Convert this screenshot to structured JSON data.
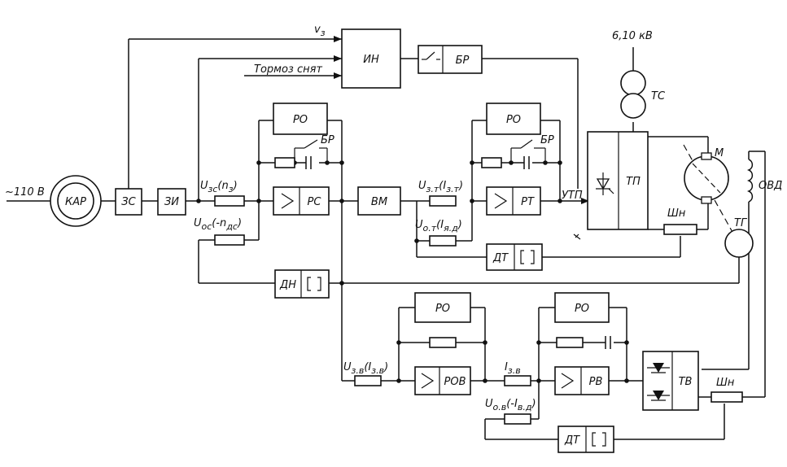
{
  "supply_label": "~110 В",
  "grid_voltage_label": "6,10 кВ",
  "blocks": {
    "kar": "КАР",
    "zs": "ЗС",
    "zi": "ЗИ",
    "in": "ИН",
    "br": "БР",
    "ro_speed": "РО",
    "ro_current": "РО",
    "ro_field_current": "РО",
    "ro_field_voltage": "РО",
    "rs": "РС",
    "vm": "ВМ",
    "rt": "РТ",
    "utp": "УТП",
    "tp": "ТП",
    "ts": "ТС",
    "motor": "М",
    "tg": "ТГ",
    "ovd": "ОВД",
    "shunt_armature": "Шн",
    "shunt_field": "Шн",
    "dt_armature": "ДТ",
    "dn": "ДН",
    "rov": "РОВ",
    "rv": "РВ",
    "tv": "ТВ",
    "dt_field": "ДТ"
  },
  "signals": {
    "v_ref": "v",
    "v_ref_sub": "з",
    "brake_released": "Тормоз снят",
    "br_switch_1": "БР",
    "br_switch_2": "БР",
    "u_sc": "U",
    "u_sc_sub": "зс",
    "u_sc_arg": "(n",
    "u_sc_arg_sub": "з",
    "u_sc_close": ")",
    "u_oc": "U",
    "u_oc_sub": "ос",
    "u_oc_arg": "(-n",
    "u_oc_arg_sub": "дс",
    "u_oc_close": ")",
    "u_zt": "U",
    "u_zt_sub": "з.т",
    "u_zt_arg": "(I",
    "u_zt_arg_sub": "з.т",
    "u_zt_close": ")",
    "u_ot": "U",
    "u_ot_sub": "о.т",
    "u_ot_arg": "(I",
    "u_ot_arg_sub": "я.д",
    "u_ot_close": ")",
    "u_zv": "U",
    "u_zv_sub": "з.в",
    "u_zv_arg": "(I",
    "u_zv_arg_sub": "з.в",
    "u_zv_close": ")",
    "i_zv": "I",
    "i_zv_sub": "з.в",
    "u_ov": "U",
    "u_ov_sub": "о.в",
    "u_ov_arg": "(-I",
    "u_ov_arg_sub": "в.д",
    "u_ov_close": ")"
  }
}
